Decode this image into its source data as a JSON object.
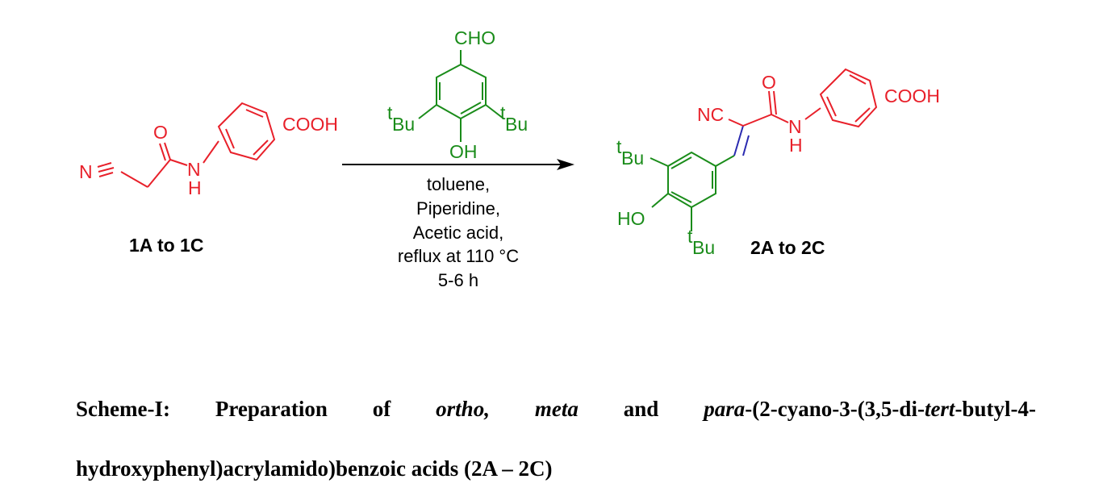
{
  "reactant": {
    "cooh": "COOH",
    "o": "O",
    "n_cyano": "N",
    "nh_n": "N",
    "nh_h": "H",
    "label": "1A to 1C"
  },
  "reagent": {
    "cho": "CHO",
    "tbu_left": "Bu",
    "tbu_right": "Bu",
    "t": "t",
    "oh": "OH"
  },
  "conditions": [
    "toluene,",
    "Piperidine,",
    "Acetic acid,",
    "reflux at 110 °C",
    "5-6 h"
  ],
  "product": {
    "o": "O",
    "cooh": "COOH",
    "nc": "NC",
    "nh_n": "N",
    "nh_h": "H",
    "tbu_top": "Bu",
    "tbu_bottom": "Bu",
    "t": "t",
    "ho": "HO",
    "label": "2A to 2C"
  },
  "caption": {
    "w1": "Scheme-I:",
    "w2": "Preparation",
    "w3": "of",
    "w4": "ortho,",
    "w5": "meta",
    "w6": "and",
    "w7a": "para",
    "w7b": "-(2-cyano-3-(3,5-di-",
    "w7c": "tert",
    "w7d": "-butyl-4-",
    "line2": "hydroxyphenyl)acrylamido)benzoic acids (2A – 2C)"
  },
  "colors": {
    "red": "#e8202a",
    "green": "#1a8c1a",
    "blue": "#2a2ab0",
    "black": "#000000"
  }
}
